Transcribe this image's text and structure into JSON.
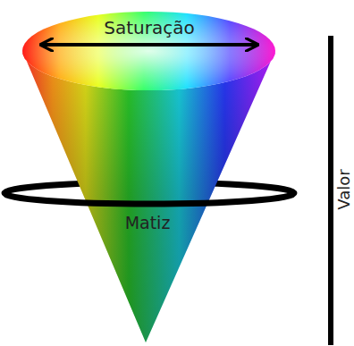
{
  "diagram": {
    "labels": [
      "Saturação",
      "Matiz",
      "Valor"
    ]
  }
}
